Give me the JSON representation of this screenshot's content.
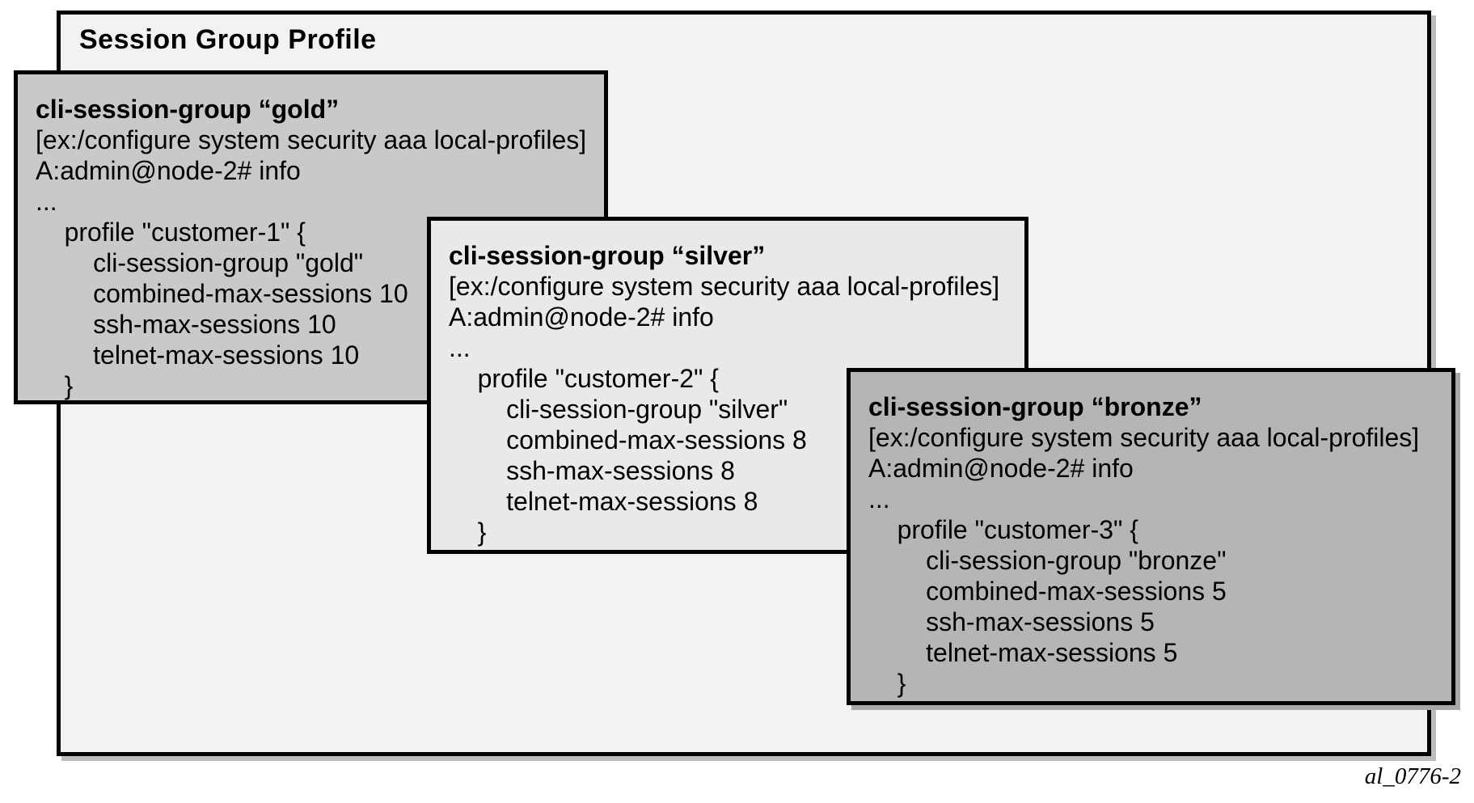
{
  "figure": {
    "title": "Session Group Profile",
    "figure_id": "al_0776-2"
  },
  "colors": {
    "frame_bg": "#f2f2f2",
    "gold_box_bg": "#c9c9cb",
    "silver_box_bg": "#e9e9eb",
    "bronze_box_bg": "#b5b5b8",
    "border": "#000000"
  },
  "boxes": [
    {
      "id": "gold",
      "title": "cli-session-group “gold”",
      "lines": [
        "[ex:/configure system security aaa local-profiles]",
        "A:admin@node-2# info",
        "...",
        "    profile \"customer-1\" {",
        "        cli-session-group \"gold\"",
        "        combined-max-sessions 10",
        "        ssh-max-sessions 10",
        "        telnet-max-sessions 10",
        "    }"
      ]
    },
    {
      "id": "silver",
      "title": "cli-session-group “silver”",
      "lines": [
        "[ex:/configure system security aaa local-profiles]",
        "A:admin@node-2# info",
        "...",
        "    profile \"customer-2\" {",
        "        cli-session-group \"silver\"",
        "        combined-max-sessions 8",
        "        ssh-max-sessions 8",
        "        telnet-max-sessions 8",
        "    }"
      ]
    },
    {
      "id": "bronze",
      "title": "cli-session-group “bronze”",
      "lines": [
        "[ex:/configure system security aaa local-profiles]",
        "A:admin@node-2# info",
        "...",
        "    profile \"customer-3\" {",
        "        cli-session-group \"bronze\"",
        "        combined-max-sessions 5",
        "        ssh-max-sessions 5",
        "        telnet-max-sessions 5",
        "    }"
      ]
    }
  ]
}
